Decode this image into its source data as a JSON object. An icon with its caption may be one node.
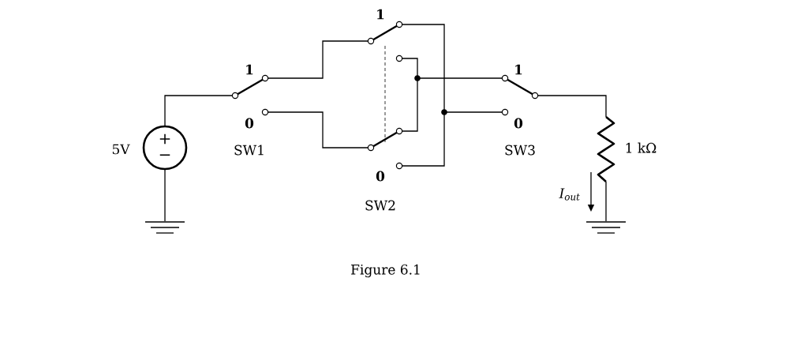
{
  "diagram": {
    "caption": "Figure 6.1",
    "labels": [
      "1",
      "1",
      "1",
      "0",
      "0",
      "5V",
      "+",
      "−",
      "SW1",
      "SW3",
      "1 kΩ",
      "0",
      "I$_{out}$",
      "SW2"
    ]
  }
}
